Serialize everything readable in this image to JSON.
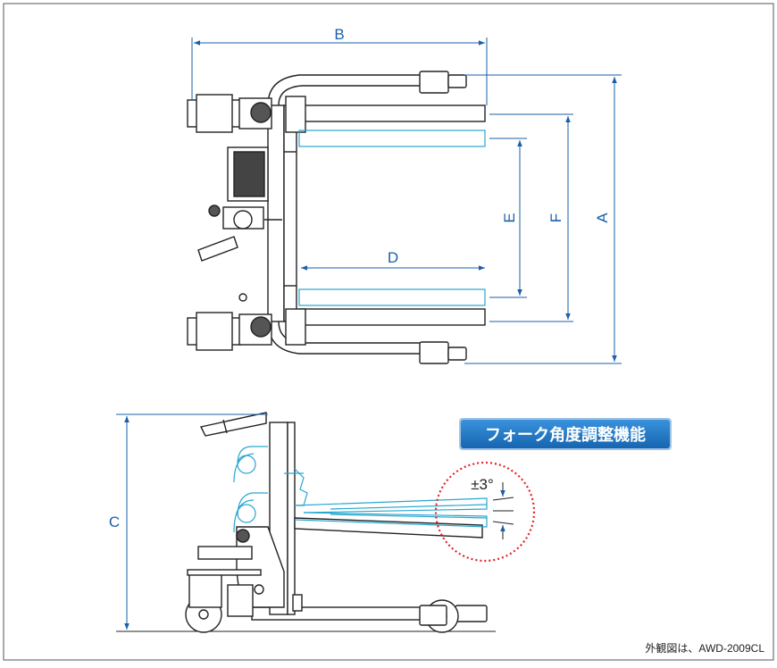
{
  "diagram": {
    "dimension_labels": {
      "a": "A",
      "b": "B",
      "c": "C",
      "d": "D",
      "e": "E",
      "f": "F"
    },
    "feature_badge": "フォーク角度調整機能",
    "angle_label": "±3°",
    "caption": "外観図は、AWD-2009CL",
    "colors": {
      "dimension_line": "#1a5fa8",
      "fork_adjust_line": "#29a6cf",
      "machine_line": "#222222",
      "badge_fill": "#1e78c4",
      "detail_circle": "#e0242b"
    }
  }
}
